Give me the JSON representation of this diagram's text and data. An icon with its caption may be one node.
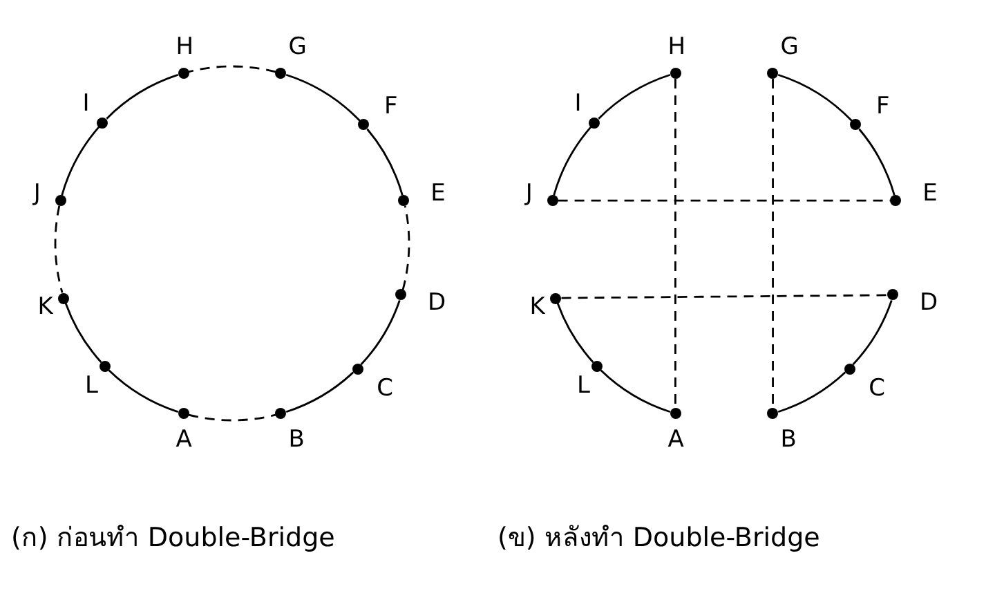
{
  "diagram": {
    "nodes": [
      {
        "text": [],
        "shape": "circle",
        "beside": [
          "A"
        ]
      },
      {
        "text": [],
        "shape": "circle",
        "beside": [
          "B"
        ]
      },
      {
        "text": [],
        "shape": "circle",
        "beside": [
          "C"
        ]
      },
      {
        "text": [],
        "shape": "circle",
        "beside": [
          "D"
        ]
      },
      {
        "text": [],
        "shape": "circle",
        "beside": [
          "E"
        ]
      },
      {
        "text": [],
        "shape": "circle",
        "beside": [
          "F"
        ]
      },
      {
        "text": [],
        "shape": "circle",
        "beside": [
          "G"
        ]
      },
      {
        "text": [],
        "shape": "circle",
        "beside": [
          "H"
        ]
      },
      {
        "text": [],
        "shape": "circle",
        "beside": [
          "I"
        ]
      },
      {
        "text": [],
        "shape": "circle",
        "beside": [
          "J"
        ]
      },
      {
        "text": [],
        "shape": "circle",
        "beside": [
          "K"
        ]
      },
      {
        "text": [],
        "shape": "circle",
        "beside": [
          "L"
        ]
      },
      {
        "text": [],
        "shape": "circle",
        "beside": [
          "A"
        ]
      },
      {
        "text": [],
        "shape": "circle",
        "beside": [
          "B"
        ]
      },
      {
        "text": [],
        "shape": "circle",
        "beside": [
          "C"
        ]
      },
      {
        "text": [],
        "shape": "circle",
        "beside": [
          "D"
        ]
      },
      {
        "text": [],
        "shape": "circle",
        "beside": [
          "E"
        ]
      },
      {
        "text": [],
        "shape": "circle",
        "beside": [
          "F"
        ]
      },
      {
        "text": [],
        "shape": "circle",
        "beside": [
          "G"
        ]
      },
      {
        "text": [],
        "shape": "circle",
        "beside": [
          "H"
        ]
      },
      {
        "text": [],
        "shape": "circle",
        "beside": [
          "I"
        ]
      },
      {
        "text": [],
        "shape": "circle",
        "beside": [
          "J"
        ]
      },
      {
        "text": [],
        "shape": "circle",
        "beside": [
          "K"
        ]
      },
      {
        "text": [],
        "shape": "circle",
        "beside": [
          "L"
        ]
      }
    ],
    "edges": [
      {
        "from": 0,
        "to": 1,
        "arrow": "none",
        "style": "dashed"
      },
      {
        "from": 1,
        "to": 2,
        "arrow": "none"
      },
      {
        "from": 2,
        "to": 3,
        "arrow": "none"
      },
      {
        "from": 3,
        "to": 4,
        "arrow": "none",
        "style": "dashed"
      },
      {
        "from": 4,
        "to": 5,
        "arrow": "none"
      },
      {
        "from": 5,
        "to": 6,
        "arrow": "none"
      },
      {
        "from": 6,
        "to": 7,
        "arrow": "none",
        "style": "dashed"
      },
      {
        "from": 7,
        "to": 8,
        "arrow": "none"
      },
      {
        "from": 8,
        "to": 9,
        "arrow": "none"
      },
      {
        "from": 9,
        "to": 10,
        "arrow": "none",
        "style": "dashed"
      },
      {
        "from": 10,
        "to": 11,
        "arrow": "none"
      },
      {
        "from": 11,
        "to": 0,
        "arrow": "none"
      },
      {
        "from": 19,
        "to": 20,
        "arrow": "none"
      },
      {
        "from": 20,
        "to": 21,
        "arrow": "none"
      },
      {
        "from": 18,
        "to": 17,
        "arrow": "none"
      },
      {
        "from": 17,
        "to": 16,
        "arrow": "none"
      },
      {
        "from": 22,
        "to": 23,
        "arrow": "none"
      },
      {
        "from": 23,
        "to": 12,
        "arrow": "none"
      },
      {
        "from": 15,
        "to": 14,
        "arrow": "none"
      },
      {
        "from": 14,
        "to": 13,
        "arrow": "none"
      },
      {
        "from": 19,
        "to": 12,
        "arrow": "none",
        "style": "dashed"
      },
      {
        "from": 18,
        "to": 13,
        "arrow": "none",
        "style": "dashed"
      },
      {
        "from": 21,
        "to": 16,
        "arrow": "none",
        "style": "dashed"
      },
      {
        "from": 22,
        "to": 15,
        "arrow": "none",
        "style": "dashed"
      }
    ],
    "labels": [
      "(ก) ก่อนทำ Double-Bridge",
      "(ข) หลังทำ Double-Bridge"
    ]
  }
}
